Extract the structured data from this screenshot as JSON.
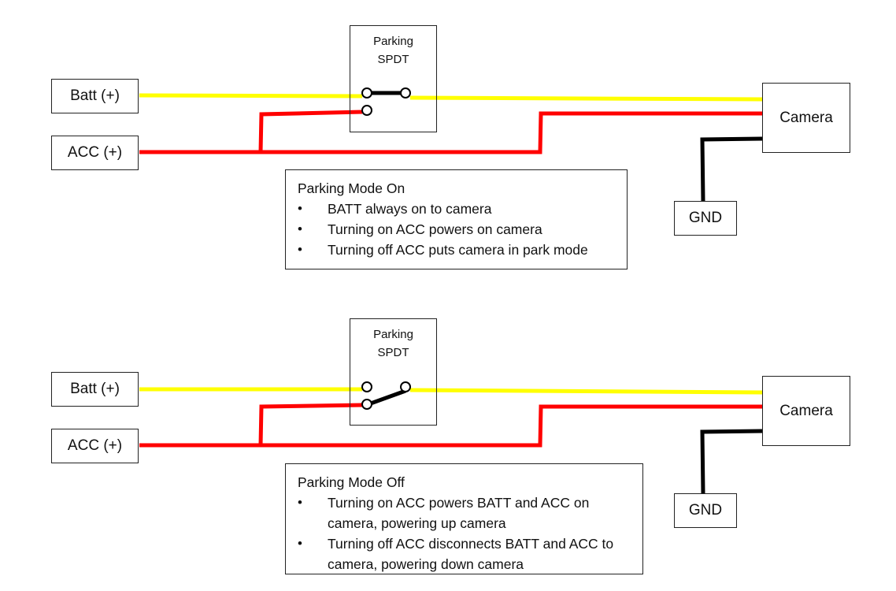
{
  "colors": {
    "batt_wire": "#ffff00",
    "acc_wire": "#ff0000",
    "ground_wire": "#000000",
    "switch_lever": "#000000",
    "border": "#222222"
  },
  "diagrams": [
    {
      "mode": "on",
      "batt_label": "Batt (+)",
      "acc_label": "ACC (+)",
      "switch_title_line1": "Parking",
      "switch_title_line2": "SPDT",
      "switch_position": "batt-to-camera",
      "camera_label": "Camera",
      "gnd_label": "GND",
      "note": {
        "title": "Parking Mode On",
        "bullets": [
          "BATT always on to camera",
          "Turning on ACC powers on camera",
          "Turning off ACC puts camera in park mode"
        ]
      }
    },
    {
      "mode": "off",
      "batt_label": "Batt (+)",
      "acc_label": "ACC (+)",
      "switch_title_line1": "Parking",
      "switch_title_line2": "SPDT",
      "switch_position": "acc-to-camera",
      "camera_label": "Camera",
      "gnd_label": "GND",
      "note": {
        "title": "Parking Mode Off",
        "bullets": [
          "Turning on ACC powers BATT and ACC on camera, powering up camera",
          "Turning off ACC disconnects BATT and ACC to camera, powering down camera"
        ]
      }
    }
  ]
}
